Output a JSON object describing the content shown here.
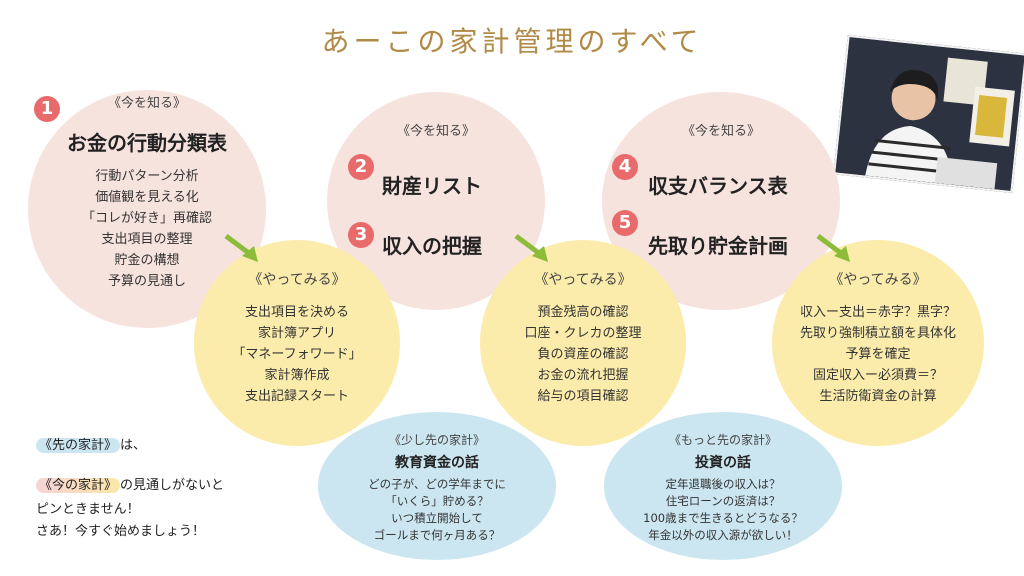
{
  "title": "あーこの家計管理のすべて",
  "steps": [
    {
      "num": "1",
      "label": "お金の行動分類表"
    },
    {
      "num": "2",
      "label": "財産リスト"
    },
    {
      "num": "3",
      "label": "収入の把握"
    },
    {
      "num": "4",
      "label": "収支バランス表"
    },
    {
      "num": "5",
      "label": "先取り貯金計画"
    }
  ],
  "know_label": "《今を知る》",
  "try_label": "《やってみる》",
  "group1": {
    "items": [
      "行動パターン分析",
      "価値観を見える化",
      "「コレが好き」再確認",
      "支出項目の整理",
      "貯金の構想",
      "予算の見通し"
    ],
    "try": [
      "支出項目を決める",
      "家計簿アプリ",
      "「マネーフォワード」",
      "家計簿作成",
      "支出記録スタート"
    ]
  },
  "group2": {
    "try": [
      "預金残高の確認",
      "口座・クレカの整理",
      "負の資産の確認",
      "お金の流れ把握",
      "給与の項目確認"
    ]
  },
  "group3": {
    "try": [
      "収入ー支出＝赤字？黒字？",
      "先取り強制積立額を具体化",
      "予算を確定",
      "固定収入ー必須費＝？",
      "生活防衛資金の計算"
    ]
  },
  "future1": {
    "label": "《少し先の家計》",
    "head": "教育資金の話",
    "items": [
      "どの子が、どの学年までに",
      "「いくら」貯める？",
      "いつ積立開始して",
      "ゴールまで何ヶ月ある？"
    ]
  },
  "future2": {
    "label": "《もっと先の家計》",
    "head": "投資の話",
    "items": [
      "定年退職後の収入は？",
      "住宅ローンの返済は？",
      "100歳まで生きるとどうなる？",
      "年金以外の収入源が欲しい！"
    ]
  },
  "note": {
    "future_tag": "《先の家計》",
    "line1_suffix": "は、",
    "now_tag": "《今の家計》",
    "line2_suffix": "の見通しがないと",
    "line3": "ピンときません！",
    "line4": "さあ！今すぐ始めましょう！"
  },
  "colors": {
    "pink": "#f7e3de",
    "yellow": "#fcecac",
    "blue": "#cce6f1",
    "badge": "#e96a6a",
    "arrow": "#8dbb3a",
    "title": "#b08a47"
  }
}
